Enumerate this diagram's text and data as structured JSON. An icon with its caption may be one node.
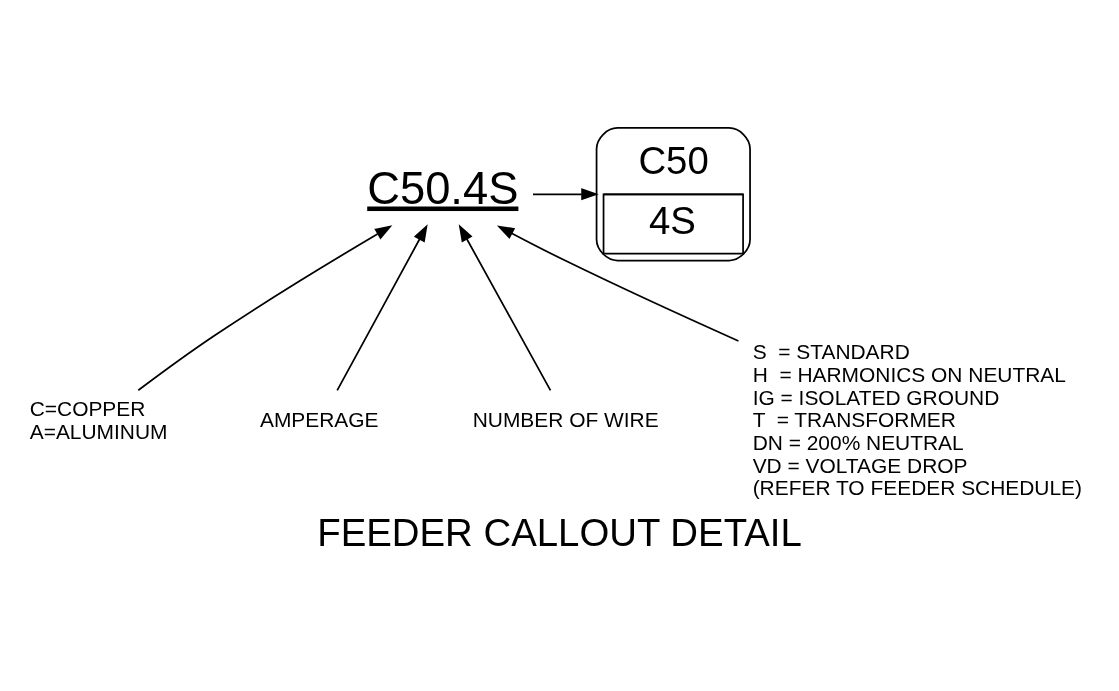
{
  "diagram": {
    "title": "FEEDER CALLOUT DETAIL",
    "nodes": [
      {
        "text": [
          "C50",
          "4S"
        ]
      },
      {
        "text": [
          "C50.4S"
        ]
      },
      {
        "text": [
          "C=COPPER",
          "A=ALUMINUM"
        ]
      },
      {
        "text": [
          "AMPERAGE"
        ]
      },
      {
        "text": [
          "NUMBER OF WIRE"
        ]
      },
      {
        "text": [
          "S  = STANDARD",
          "H  = HARMONICS ON NEUTRAL",
          "IG = ISOLATED GROUND",
          "T  = TRANSFORMER",
          "DN = 200% NEUTRAL",
          "VD = VOLTAGE DROP",
          "(REFER TO FEEDER SCHEDULE)"
        ]
      }
    ],
    "edges": [
      {
        "from": 1,
        "to": 0,
        "arrow": "to"
      },
      {
        "from": 2,
        "to": 1,
        "arrow": "to"
      },
      {
        "from": 3,
        "to": 1,
        "arrow": "to"
      },
      {
        "from": 4,
        "to": 1,
        "arrow": "to"
      },
      {
        "from": 5,
        "to": 1,
        "arrow": "to"
      }
    ]
  }
}
